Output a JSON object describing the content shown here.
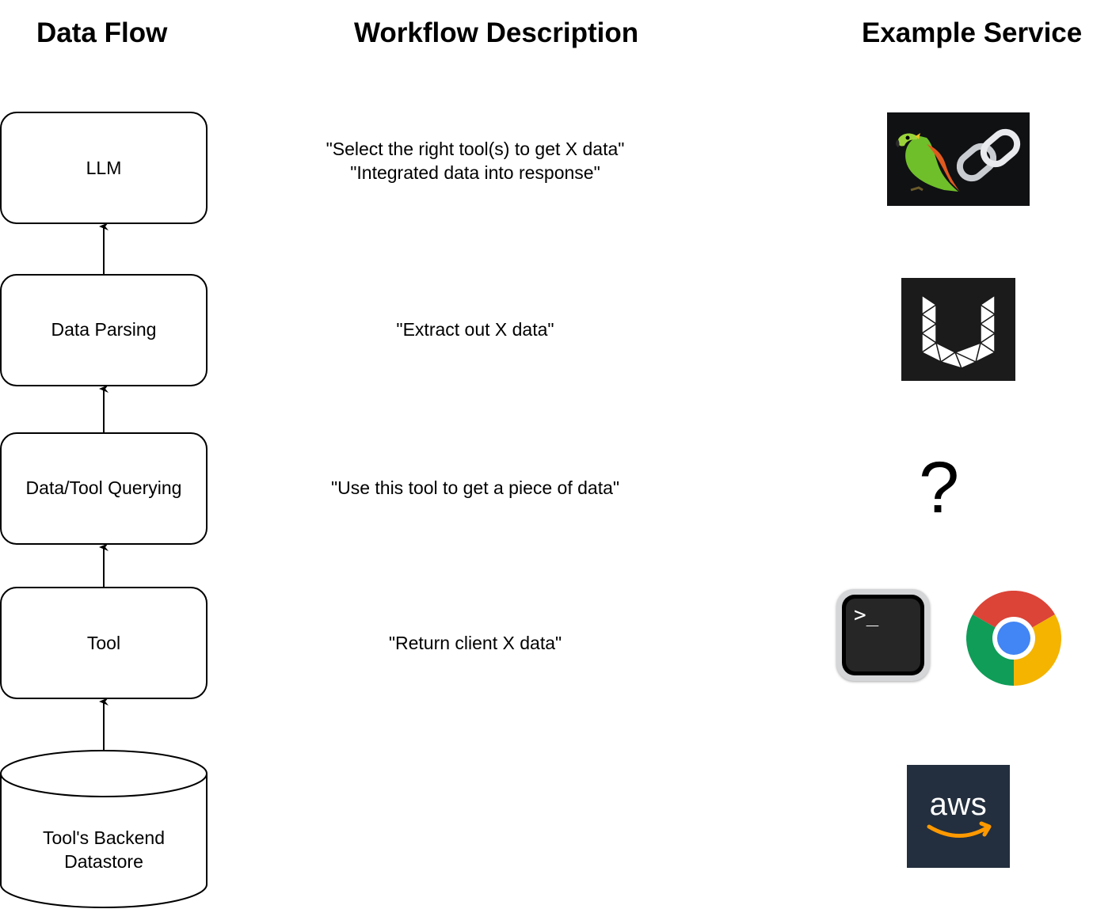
{
  "headers": {
    "data_flow": "Data Flow",
    "workflow_description": "Workflow Description",
    "example_service": "Example Service"
  },
  "flow": {
    "nodes": [
      {
        "label": "LLM"
      },
      {
        "label": "Data Parsing"
      },
      {
        "label": "Data/Tool Querying"
      },
      {
        "label": "Tool"
      },
      {
        "label_line1": "Tool's Backend",
        "label_line2": "Datastore"
      }
    ]
  },
  "descriptions": [
    {
      "line1": "\"Select the right tool(s) to get X data\"",
      "line2": "\"Integrated data into response\""
    },
    {
      "line1": "\"Extract out X data\""
    },
    {
      "line1": "\"Use this tool to get a piece of data\""
    },
    {
      "line1": "\"Return client X data\""
    }
  ],
  "services": {
    "row1": {
      "icons": [
        "parrot-icon",
        "chain-link-icon"
      ]
    },
    "row2": {
      "icon": "llamaindex-logo-icon"
    },
    "row3": {
      "text": "?"
    },
    "row4": {
      "icons": [
        "terminal-app-icon",
        "chrome-browser-icon"
      ],
      "terminal_prompt": ">_"
    },
    "row5": {
      "icon": "aws-logo-icon",
      "text": "aws"
    }
  },
  "colors": {
    "aws_tile": "#232f3e",
    "aws_smile": "#ff9900",
    "chrome_red": "#db4437",
    "chrome_green": "#0f9d58",
    "chrome_yellow": "#f4b400",
    "chrome_blue": "#4285f4"
  }
}
